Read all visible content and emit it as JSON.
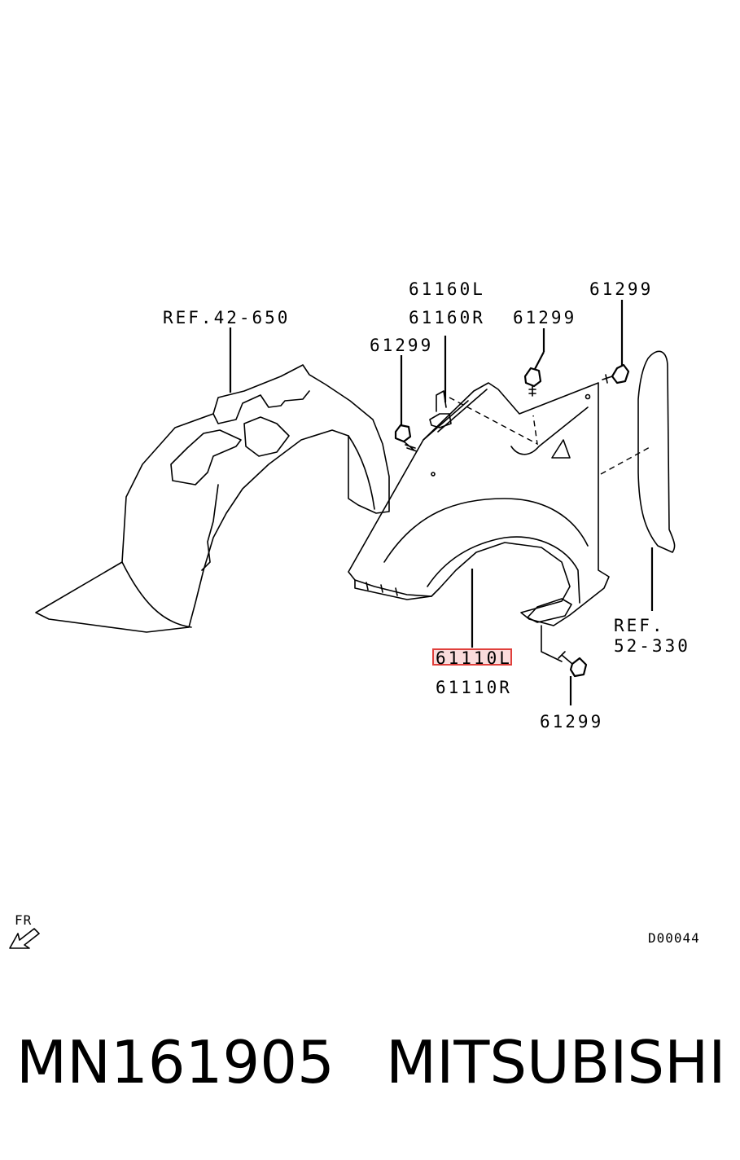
{
  "labels": {
    "ref_inner_fender": "REF.42-650",
    "clip_left": "61160L",
    "clip_right": "61160R",
    "bolt_a": "61299",
    "bolt_b": "61299",
    "bolt_c": "61299",
    "bolt_d": "61299",
    "fender_left": "61110L",
    "fender_right": "61110R",
    "ref_bumper_line1": "REF.",
    "ref_bumper_line2": "52-330",
    "front_indicator": "FR",
    "diagram_code": "D00044"
  },
  "highlighted_part": "61110L",
  "highlight_color": "#e0403c",
  "caption": {
    "part_number": "MN161905",
    "brand": "MITSUBISHI"
  }
}
